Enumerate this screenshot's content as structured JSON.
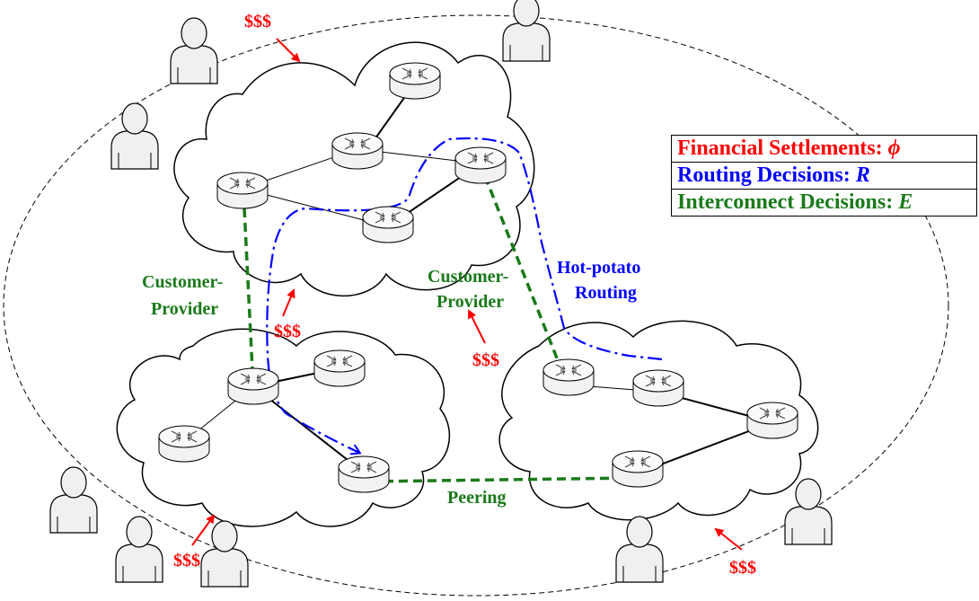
{
  "colors": {
    "money": "#ff0000",
    "routing": "#0000ff",
    "interconnect": "#1a7a1a",
    "router_fill": "#f2f2f2",
    "user_fill": "#f0f0f0"
  },
  "legend": {
    "financial_label": "Financial Settlements: ",
    "financial_symbol": "ϕ",
    "routing_label": "Routing Decisions: ",
    "routing_symbol": "R",
    "interconnect_label": "Interconnect Decisions: ",
    "interconnect_symbol": "E"
  },
  "labels": {
    "customer_provider_left": [
      "Customer-",
      "Provider"
    ],
    "customer_provider_center": [
      "Customer-",
      "Provider"
    ],
    "hot_potato": [
      "Hot-potato",
      "Routing"
    ],
    "peering": "Peering",
    "money": "$$$"
  },
  "icons": {
    "router": "router-icon",
    "user": "user-icon"
  }
}
